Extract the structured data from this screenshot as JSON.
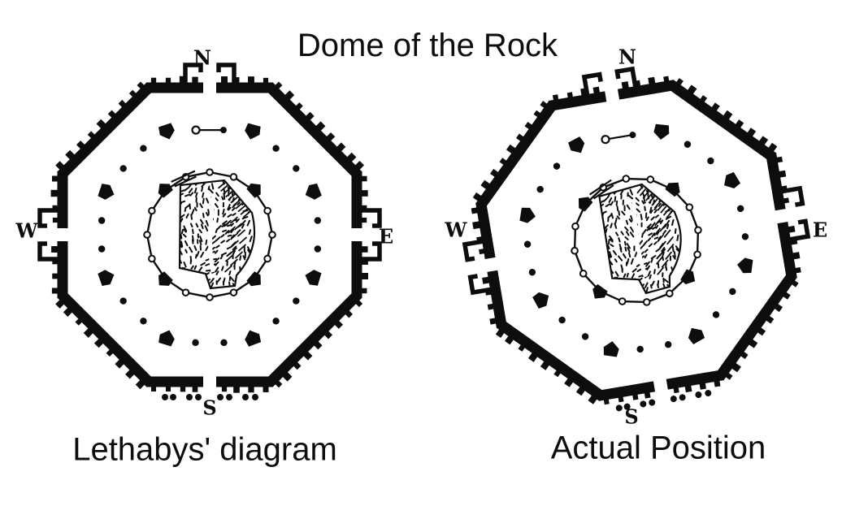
{
  "title": "Dome of the Rock",
  "colors": {
    "ink": "#0d0d0d",
    "background": "#ffffff"
  },
  "diagrams": [
    {
      "id": "lethaby",
      "caption": "Lethabys' diagram",
      "rotation_deg": 0,
      "compass": {
        "n": "N",
        "e": "E",
        "s": "S",
        "w": "W"
      }
    },
    {
      "id": "actual",
      "caption": "Actual Position",
      "rotation_deg": -9.5,
      "compass": {
        "n": "N",
        "e": "E",
        "s": "S",
        "w": "W"
      }
    }
  ],
  "plan": {
    "outer_octagon_sides": 8,
    "gates": [
      "N",
      "E",
      "W"
    ],
    "south_gate_porch_dots": 8,
    "middle_arcade": {
      "piers": 8,
      "columns": 16
    },
    "inner_ring": {
      "piers": 4,
      "columns": 12
    }
  }
}
